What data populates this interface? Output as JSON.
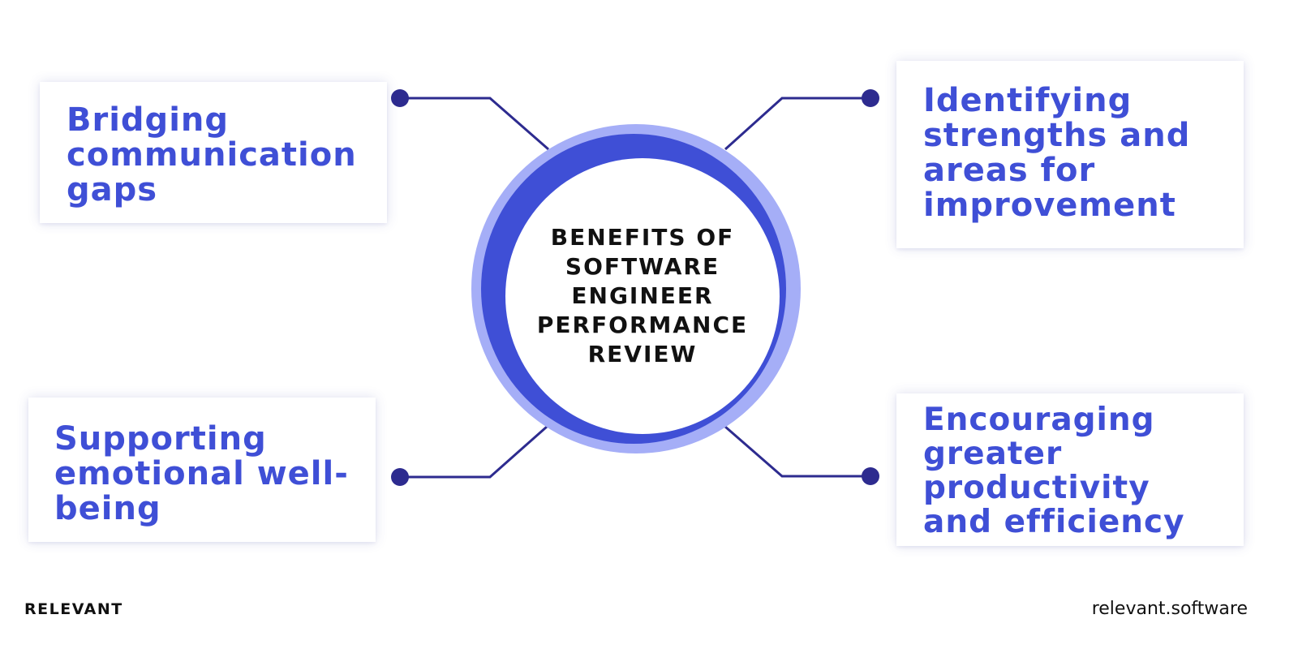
{
  "center": {
    "title": "BENEFITS OF\nSOFTWARE\nENGINEER\nPERFORMANCE\nREVIEW"
  },
  "benefits": [
    {
      "label": "Bridging\ncommunication\ngaps"
    },
    {
      "label": "Identifying\nstrengths and\nareas for\nimprovement"
    },
    {
      "label": "Supporting\nemotional well-\nbeing"
    },
    {
      "label": "Encouraging\ngreater\nproductivity\nand efficiency"
    }
  ],
  "footer": {
    "brand": "RELEVANT",
    "site": "relevant.software"
  },
  "colors": {
    "accent": "#3f4fd6",
    "ring_light": "#a5aef7",
    "connector": "#2d2b8f",
    "text": "#111111",
    "background": "#ffffff"
  }
}
